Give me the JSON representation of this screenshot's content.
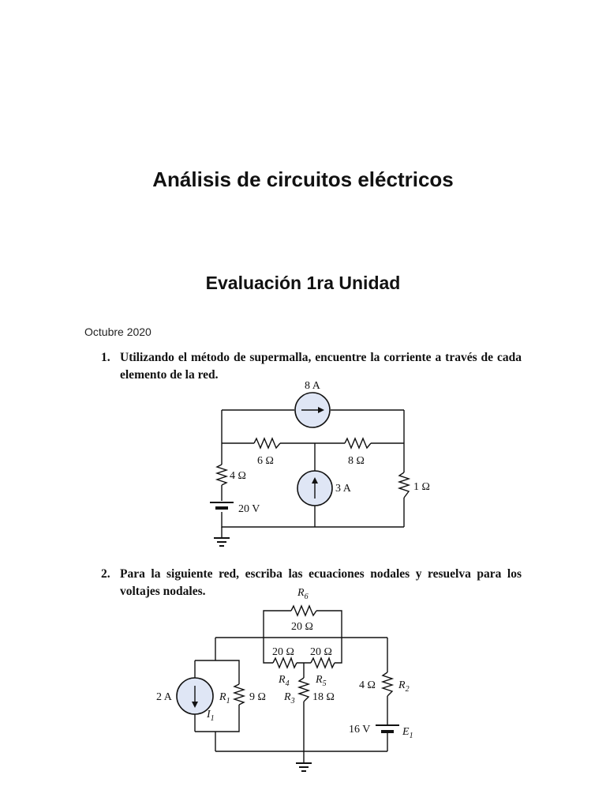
{
  "header": {
    "title": "Análisis de circuitos eléctricos",
    "subtitle": "Evaluación 1ra Unidad",
    "date": "Octubre 2020"
  },
  "problems": [
    {
      "number": "1.",
      "text": "Utilizando el método de supermalla, encuentre la corriente a través de cada elemento de la red.",
      "circuit": {
        "current_source_top": "8 A",
        "current_source_mid": "3 A",
        "r_6": "6 Ω",
        "r_8": "8 Ω",
        "r_4": "4 Ω",
        "r_1": "1 Ω",
        "voltage_source": "20 V"
      }
    },
    {
      "number": "2.",
      "text": "Para la siguiente red, escriba las ecuaciones nodales y resuelva para los voltajes nodales.",
      "circuit": {
        "r6_name": "R",
        "r6_sub": "6",
        "r6_value": "20 Ω",
        "r4_value": "20 Ω",
        "r5_value": "20 Ω",
        "r4_name": "R",
        "r4_sub": "4",
        "r5_name": "R",
        "r5_sub": "5",
        "current_source": "2 A",
        "r1_name": "R",
        "r1_sub": "1",
        "r1_value": "9 Ω",
        "i1_name": "I",
        "i1_sub": "1",
        "r3_name": "R",
        "r3_sub": "3",
        "r3_value": "18 Ω",
        "r2_value": "4 Ω",
        "r2_name": "R",
        "r2_sub": "2",
        "voltage_source": "16 V",
        "e1_name": "E",
        "e1_sub": "1"
      }
    }
  ]
}
